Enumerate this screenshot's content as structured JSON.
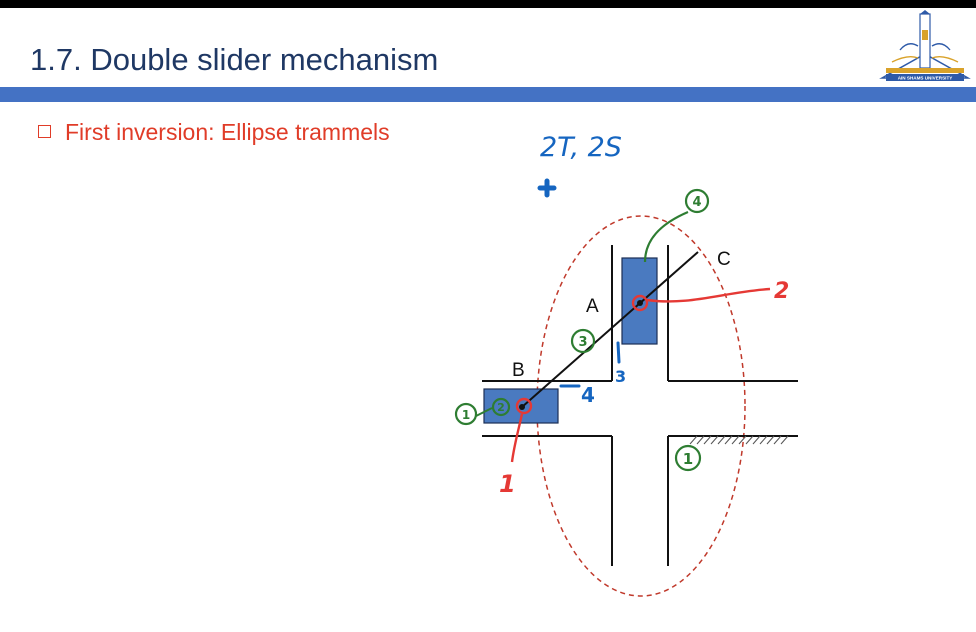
{
  "slide": {
    "title": "1.7. Double slider mechanism",
    "bullet": "First inversion: Ellipse trammels",
    "logo_text": "AIN SHAMS UNIVERSITY"
  },
  "diagram": {
    "point_labels": {
      "a": "A",
      "b": "B",
      "c": "C"
    },
    "annotations": {
      "count": "2T, 2S",
      "red": [
        "1",
        "2"
      ],
      "blue": [
        "3",
        "4"
      ],
      "green": [
        "1",
        "2",
        "3",
        "4"
      ]
    }
  },
  "colors": {
    "title": "#1f3864",
    "bar": "#4472c4",
    "bullet": "#e03c28",
    "slider_fill": "#4a7ac0",
    "ellipse": "#c0392b",
    "pen_red": "#e53935",
    "pen_blue": "#1565c0",
    "pen_green": "#2e7d32"
  }
}
